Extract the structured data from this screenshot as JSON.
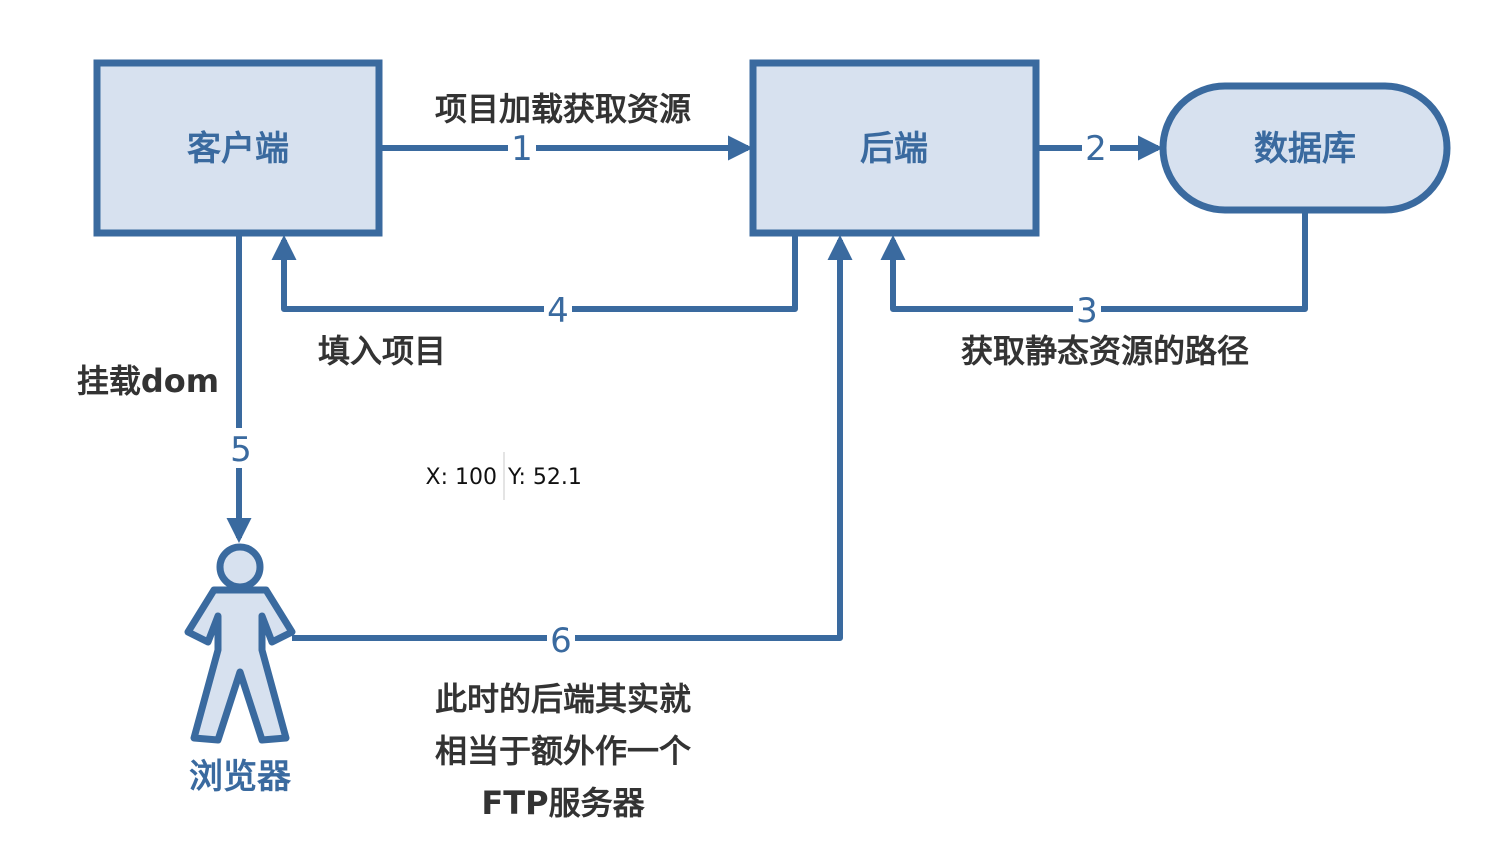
{
  "nodes": {
    "client": "客户端",
    "backend": "后端",
    "database": "数据库",
    "browser": "浏览器"
  },
  "edges": {
    "e1": {
      "num": "1",
      "label": "项目加载获取资源"
    },
    "e2": {
      "num": "2"
    },
    "e3": {
      "num": "3",
      "label": "获取静态资源的路径"
    },
    "e4": {
      "num": "4",
      "label": "填入项目"
    },
    "e5": {
      "num": "5",
      "label": "挂载dom"
    },
    "e6": {
      "num": "6",
      "label_lines": [
        "此时的后端其实就",
        "相当于额外作一个",
        "FTP服务器"
      ]
    }
  },
  "cursor_readout": {
    "x_text": "X: 100",
    "y_text": "Y: 52.1"
  },
  "colors": {
    "stroke": "#3a6a9f",
    "fill": "#d7e1ef",
    "text": "#333333"
  }
}
